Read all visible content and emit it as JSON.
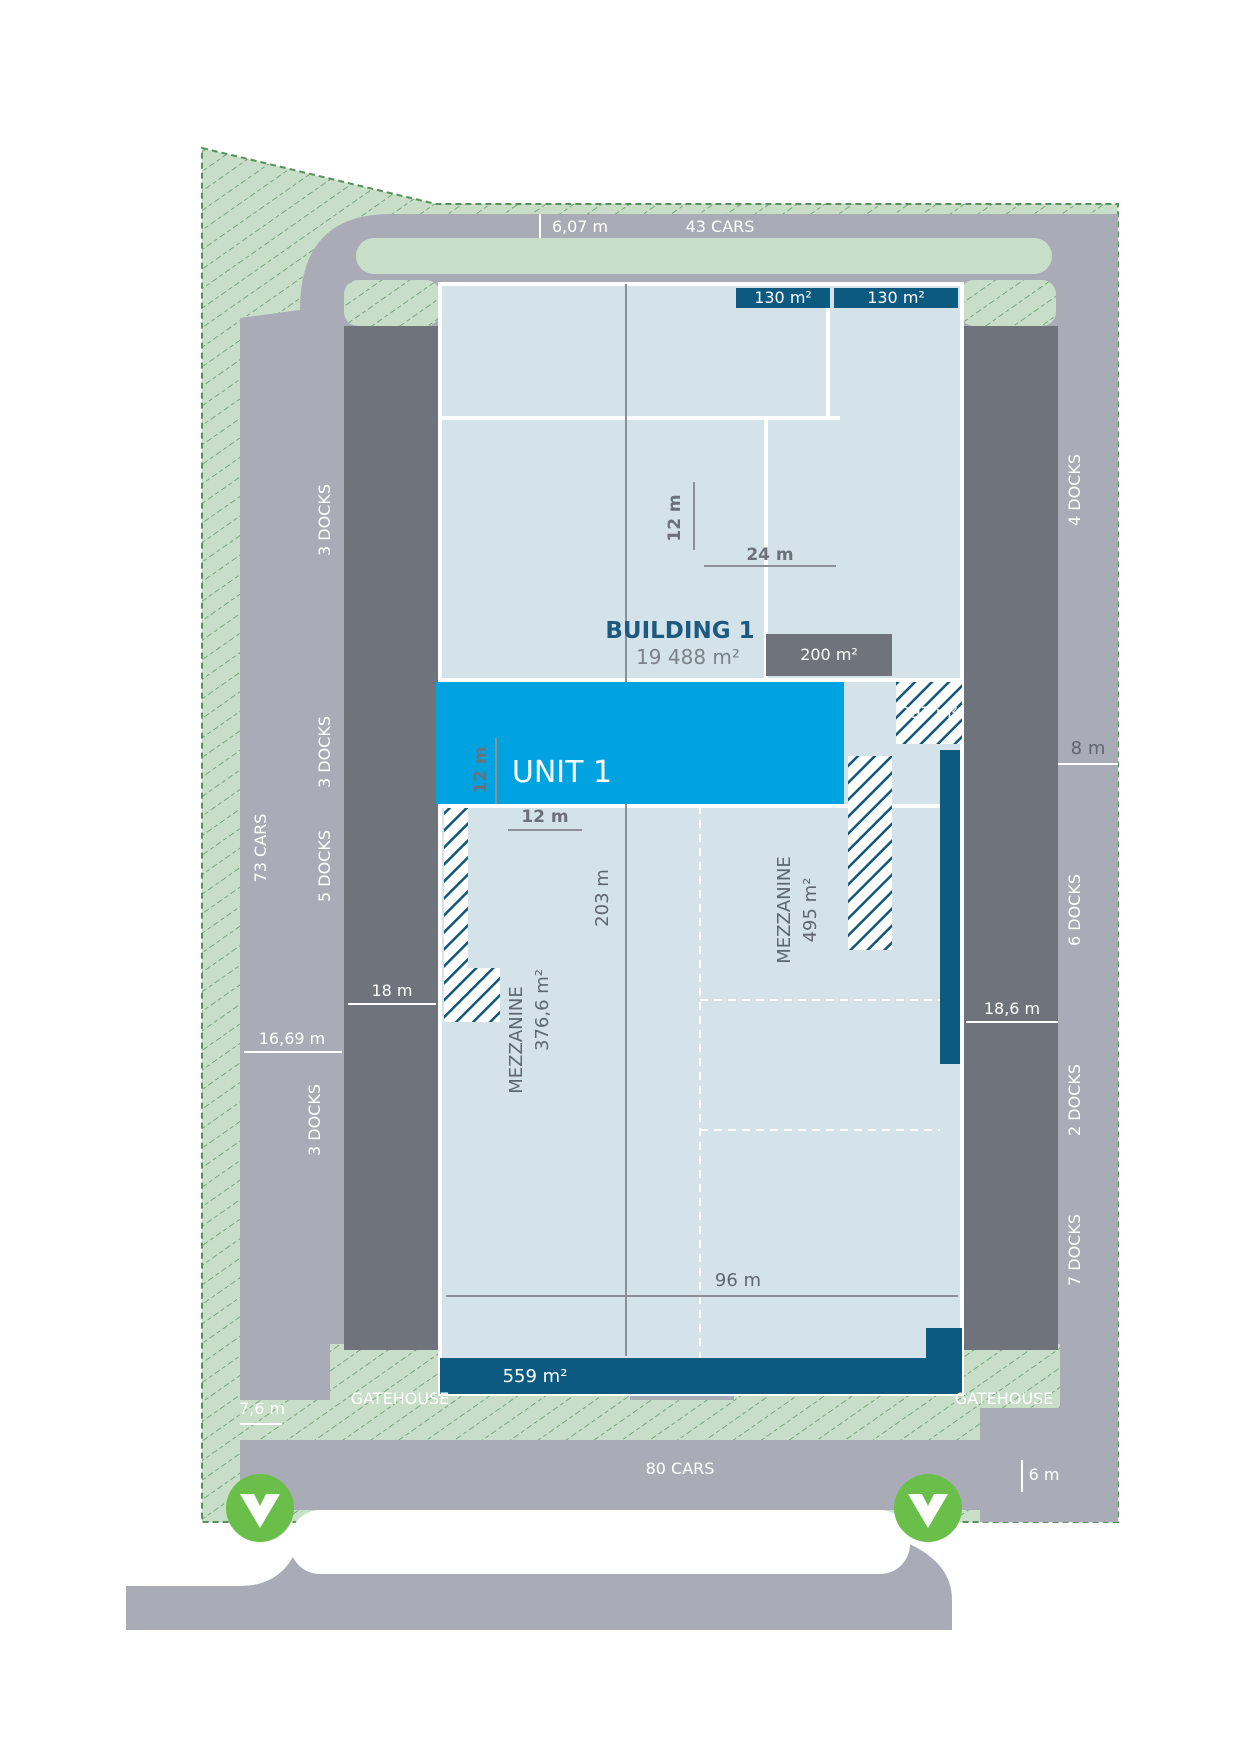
{
  "building": {
    "title": "BUILDING 1",
    "area": "19 488 m²"
  },
  "unit": {
    "label": "UNIT 1"
  },
  "rooms": {
    "office_top_left": "130 m²",
    "office_top_right": "130 m²",
    "office_mid": "200 m²",
    "hatched_small": "293 m²",
    "office_bottom": "559 m²"
  },
  "mezzanines": [
    {
      "title": "MEZZANINE",
      "area": "376,6 m²"
    },
    {
      "title": "MEZZANINE",
      "area": "495 m²"
    }
  ],
  "dimensions": {
    "top_setback": "6,07 m",
    "grid_v": "12 m",
    "grid_h": "24 m",
    "unit_v": "12 m",
    "unit_h": "12 m",
    "length": "203 m",
    "width": "96 m",
    "yard_right": "8 m",
    "yard_right_depth": "18,6 m",
    "yard_left_depth": "18 m",
    "road_left": "16,69 m",
    "road_bottom_left": "7,6 m",
    "road_bottom_right": "6 m"
  },
  "parking": {
    "top": "43 CARS",
    "left": "73 CARS",
    "bottom": "80 CARS"
  },
  "docks": {
    "left": [
      "3 DOCKS",
      "3 DOCKS",
      "5 DOCKS",
      "3 DOCKS"
    ],
    "right": [
      "4 DOCKS",
      "6 DOCKS",
      "2 DOCKS",
      "7 DOCKS"
    ]
  },
  "gatehouses": [
    "GATEHOUSE",
    "GATEHOUSE"
  ],
  "colors": {
    "warehouse": "#d4e3e9",
    "unit": "#00a3e0",
    "office": "#0d5a80",
    "yard": "#6f737b",
    "road": "#a9acb6",
    "green": "#c8dec8",
    "entrance": "#6abf4b"
  }
}
